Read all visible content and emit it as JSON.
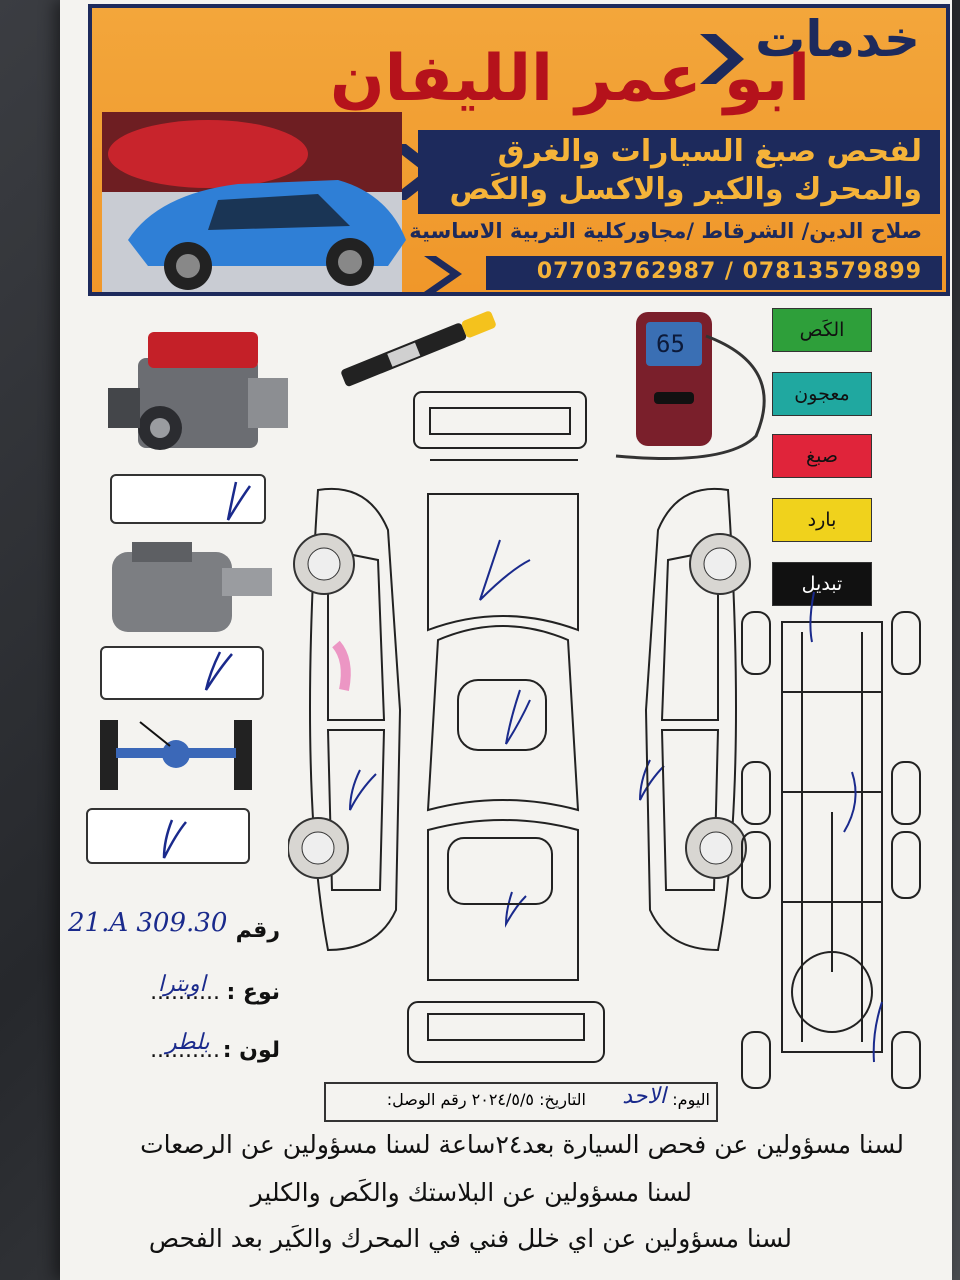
{
  "header": {
    "services_word": "خدمات",
    "shop_name": "ابو عمر الليفان",
    "service_line_1": "لفحص صبغ السيارات والغرق",
    "service_line_2": "والمحرك والكير والاكسل والكَص",
    "address": "صلاح الدين/ الشرقاط /مجاوركلية التربية الاساسية",
    "phones": "07703762987 /  07813579899"
  },
  "gauge": {
    "reading": "65"
  },
  "legend": [
    {
      "label": "الكَص",
      "color": "#2e9f3a"
    },
    {
      "label": "معجون",
      "color": "#20a8a0"
    },
    {
      "label": "صبغ",
      "color": "#e0243a"
    },
    {
      "label": "بارد",
      "color": "#f0d21c"
    },
    {
      "label": "تبديل",
      "color": "#111111"
    }
  ],
  "fields": {
    "plate_label": "رقم",
    "plate_value": "21.A 309.30",
    "type_label": "نوع :",
    "type_value": "اوبترا",
    "type_dots": "..........",
    "color_label": "لون :",
    "color_value": "بلطر",
    "color_dots": ".........."
  },
  "receipt": {
    "day_label": "اليوم:",
    "day_value": "الاحد",
    "date_text": "التاريخ: ٢٠٢٤/٥/٥ رقم الوصل:"
  },
  "notices": {
    "line_1": "لسنا مسؤولين عن فحص السيارة بعد٢٤ساعة لسنا مسؤولين عن الرصعات",
    "line_2": "لسنا مسؤولين عن البلاستك والكَص والكلير",
    "line_3": "لسنا مسؤولين عن اي خلل فني في المحرك والكَير بعد الفحص"
  }
}
